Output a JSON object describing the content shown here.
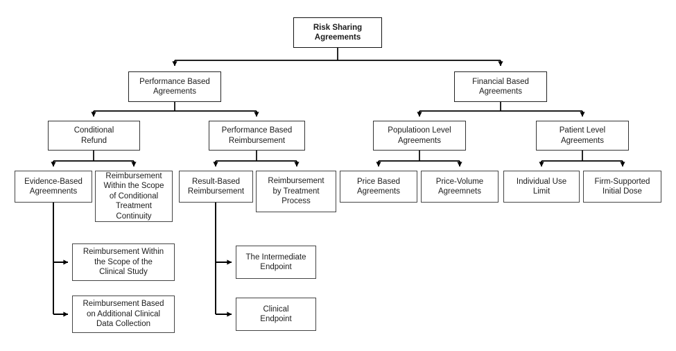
{
  "diagram": {
    "title": "Risk Sharing Agreements",
    "type": "hierarchy-tree",
    "orientation": "top-down",
    "background_color": "#ffffff",
    "box_border_color": "#444444",
    "connector_color": "#000000",
    "text_color": "#1b1b1b"
  },
  "nodes": {
    "root": {
      "label": "Risk Sharing\nAgreements"
    },
    "performance_based_agreements": {
      "label": "Performance Based\nAgreements"
    },
    "financial_based_agreements": {
      "label": "Financial Based\nAgreements"
    },
    "conditional_refund": {
      "label": "Conditional\nRefund"
    },
    "performance_based_reimbursement": {
      "label": "Performance Based\nReimbursement"
    },
    "population_level_agreements": {
      "label": "Populatioon Level\nAgreements"
    },
    "patient_level_agreements": {
      "label": "Patient Level\nAgreements"
    },
    "evidence_based_agreements": {
      "label": "Evidence-Based\nAgreemnents"
    },
    "reimbursement_conditional_treatment_continuity": {
      "label": "Reimbursement\nWithin the Scope\nof Conditional\nTreatment\nContinuity"
    },
    "result_based_reimbursement": {
      "label": "Result-Based\nReimbursement"
    },
    "reimbursement_by_treatment_process": {
      "label": "Reimbursement\nby Treatment\nProcess"
    },
    "price_based_agreements": {
      "label": "Price Based\nAgreements"
    },
    "price_volume_agreements": {
      "label": "Price-Volume\nAgreemnets"
    },
    "individual_use_limit": {
      "label": "Individual Use\nLimit"
    },
    "firm_supported_initial_dose": {
      "label": "Firm-Supported\nInitial Dose"
    },
    "reimbursement_clinical_study": {
      "label": "Reimbursement Within\nthe Scope of the\nClinical Study"
    },
    "reimbursement_additional_clinical_data": {
      "label": "Reimbursement Based\non Additional Clinical\nData Collection"
    },
    "the_intermediate_endpoint": {
      "label": "The Intermediate\nEndpoint"
    },
    "clinical_endpoint": {
      "label": "Clinical\nEndpoint"
    }
  },
  "edges": [
    {
      "from": "root",
      "to": "performance_based_agreements",
      "style": "orthogonal-arrow"
    },
    {
      "from": "root",
      "to": "financial_based_agreements",
      "style": "orthogonal-arrow"
    },
    {
      "from": "performance_based_agreements",
      "to": "conditional_refund",
      "style": "orthogonal-arrow"
    },
    {
      "from": "performance_based_agreements",
      "to": "performance_based_reimbursement",
      "style": "orthogonal-arrow"
    },
    {
      "from": "financial_based_agreements",
      "to": "population_level_agreements",
      "style": "orthogonal-arrow"
    },
    {
      "from": "financial_based_agreements",
      "to": "patient_level_agreements",
      "style": "orthogonal-arrow"
    },
    {
      "from": "conditional_refund",
      "to": "evidence_based_agreements",
      "style": "orthogonal-arrow"
    },
    {
      "from": "conditional_refund",
      "to": "reimbursement_conditional_treatment_continuity",
      "style": "orthogonal-arrow"
    },
    {
      "from": "performance_based_reimbursement",
      "to": "result_based_reimbursement",
      "style": "orthogonal-arrow"
    },
    {
      "from": "performance_based_reimbursement",
      "to": "reimbursement_by_treatment_process",
      "style": "orthogonal-arrow"
    },
    {
      "from": "population_level_agreements",
      "to": "price_based_agreements",
      "style": "orthogonal-arrow"
    },
    {
      "from": "population_level_agreements",
      "to": "price_volume_agreements",
      "style": "orthogonal-arrow"
    },
    {
      "from": "patient_level_agreements",
      "to": "individual_use_limit",
      "style": "orthogonal-arrow"
    },
    {
      "from": "patient_level_agreements",
      "to": "firm_supported_initial_dose",
      "style": "orthogonal-arrow"
    },
    {
      "from": "evidence_based_agreements",
      "to": "reimbursement_clinical_study",
      "style": "elbow-arrow"
    },
    {
      "from": "evidence_based_agreements",
      "to": "reimbursement_additional_clinical_data",
      "style": "elbow-arrow"
    },
    {
      "from": "result_based_reimbursement",
      "to": "the_intermediate_endpoint",
      "style": "elbow-arrow"
    },
    {
      "from": "result_based_reimbursement",
      "to": "clinical_endpoint",
      "style": "elbow-arrow"
    }
  ]
}
